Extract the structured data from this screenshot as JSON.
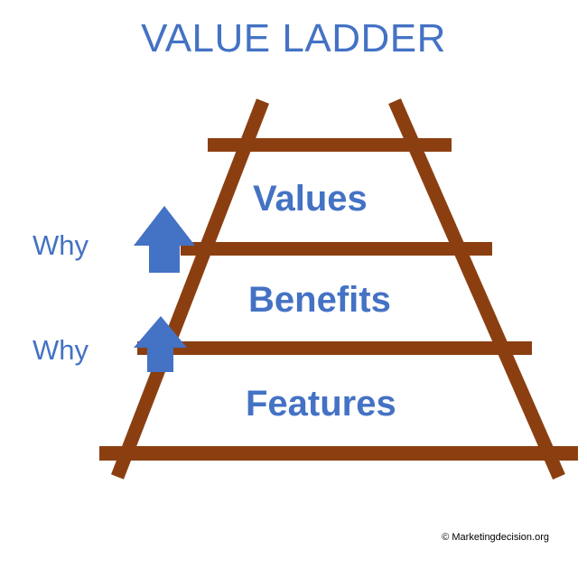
{
  "diagram": {
    "title": "VALUE LADDER",
    "credit": "© Marketingdecision.org",
    "colors": {
      "title_blue": "#4472C4",
      "label_blue": "#4472C4",
      "arrow_blue": "#4472C4",
      "ladder_brown": "#8B3F11",
      "background": "#FFFFFF"
    },
    "rungs": [
      {
        "label": "Values"
      },
      {
        "label": "Benefits"
      },
      {
        "label": "Features"
      }
    ],
    "arrows": [
      {
        "label": "Why",
        "direction": "up"
      },
      {
        "label": "Why",
        "direction": "up"
      }
    ]
  }
}
